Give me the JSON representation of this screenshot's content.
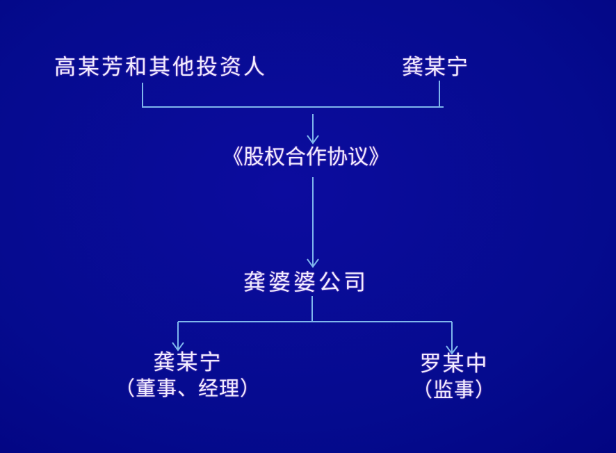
{
  "theme": {
    "bg_center": "#0c0c9e",
    "bg_mid": "#050b8e",
    "bg_edge": "#01017a",
    "line_color": "#7fb6ec",
    "text_color": "#f1edff"
  },
  "diagram": {
    "top_left_party": "高某芳和其他投资人",
    "top_right_party": "龚某宁",
    "agreement": "《股权合作协议》",
    "company": "龚婆婆公司",
    "bottom_left": {
      "name": "龚某宁",
      "role": "（董事、经理）"
    },
    "bottom_right": {
      "name": "罗某中",
      "role": "（监事）"
    }
  }
}
